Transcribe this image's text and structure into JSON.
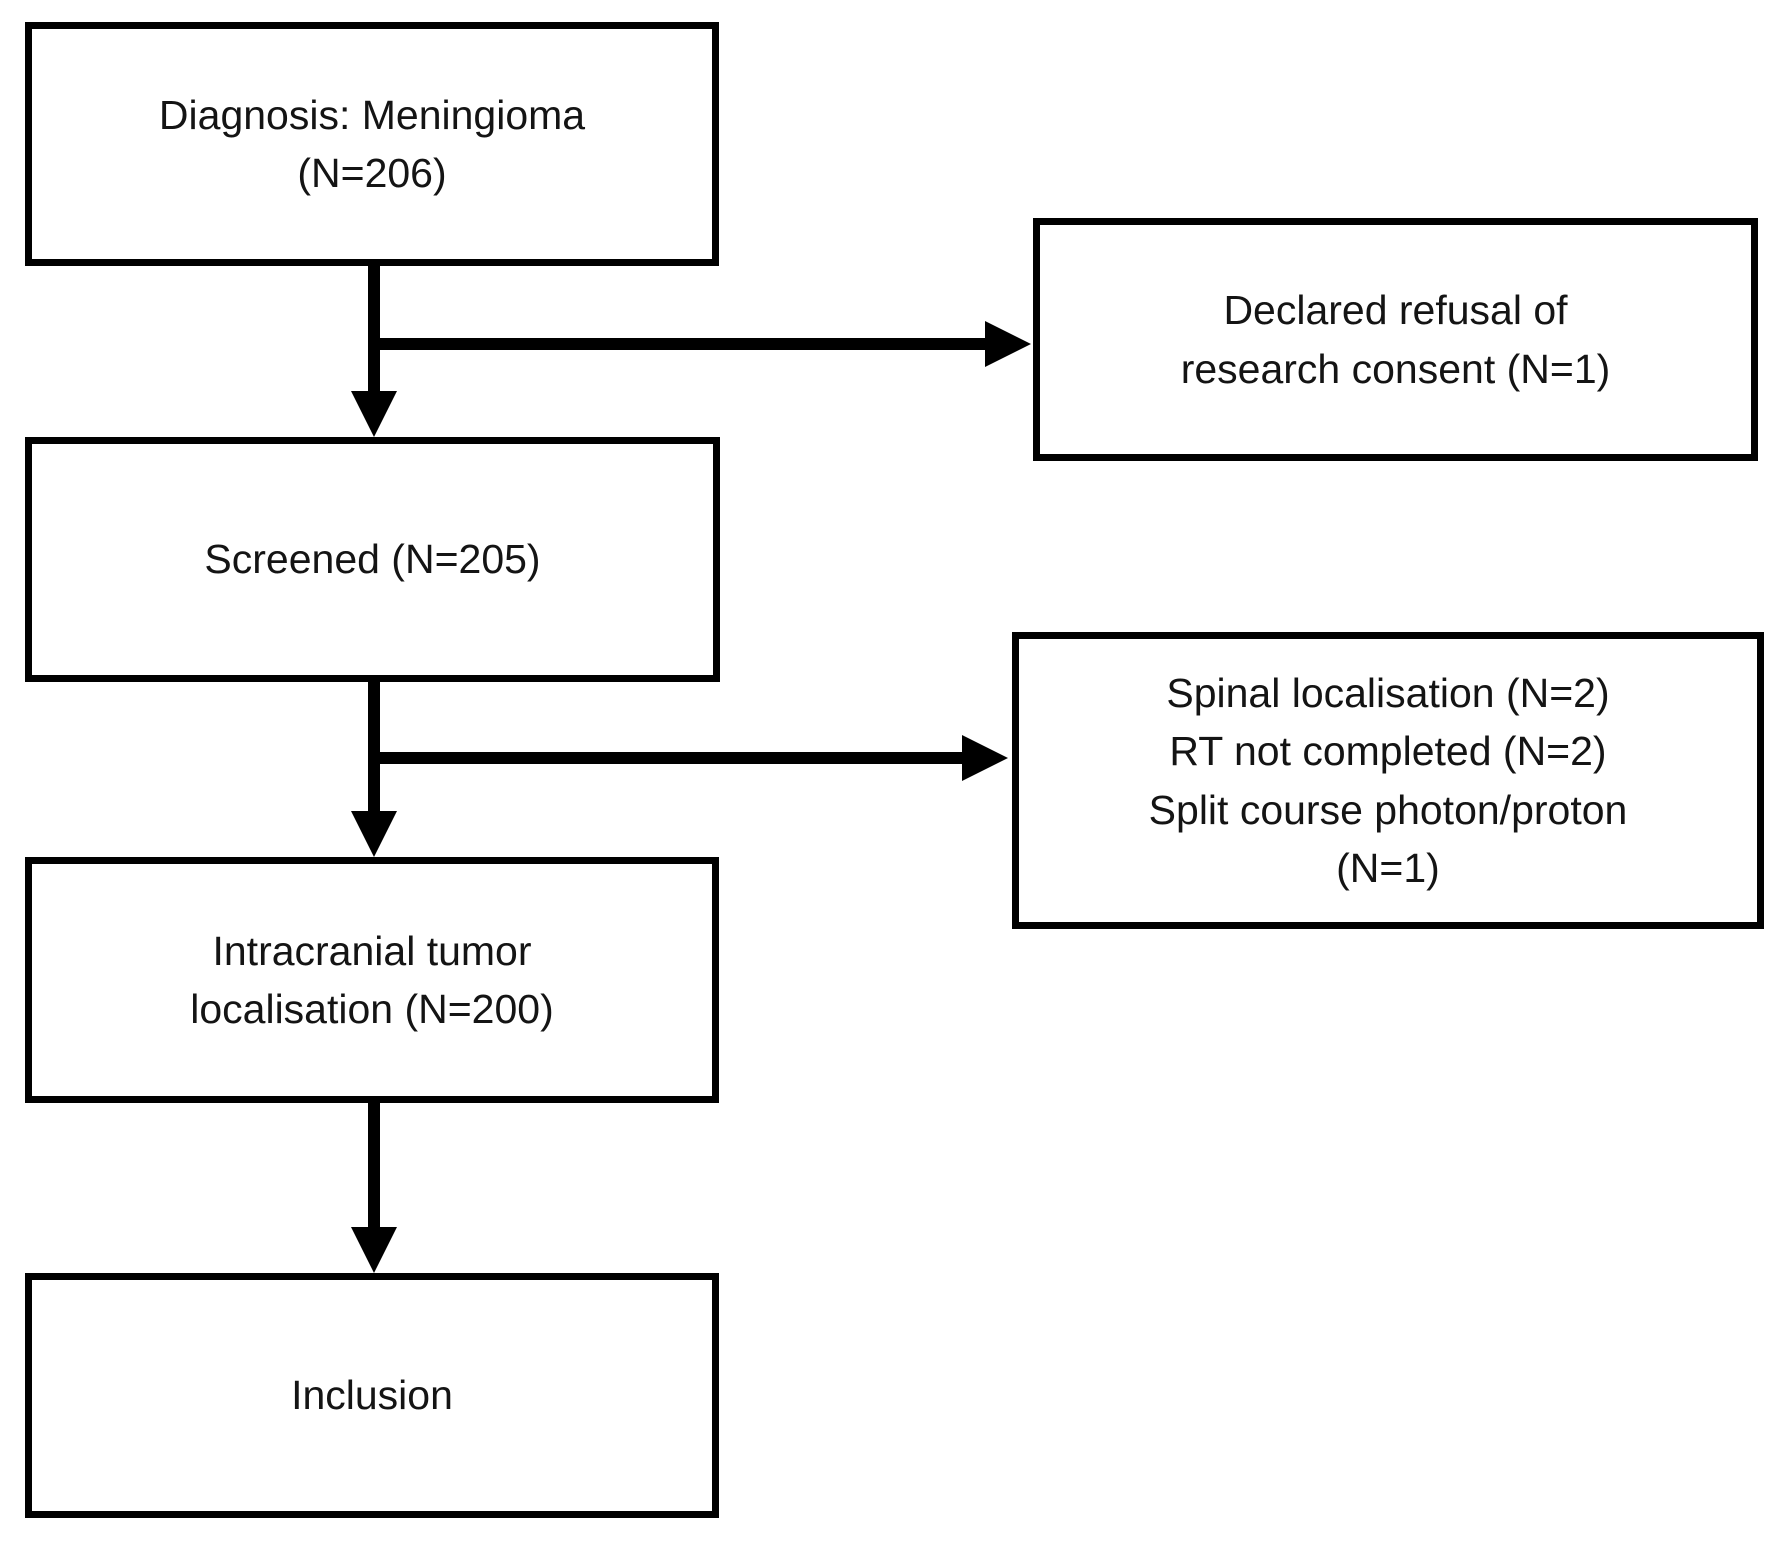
{
  "figure": {
    "type": "patient-inclusion-flowchart",
    "colors": {
      "border": "#000000",
      "background": "#ffffff",
      "text": "#141414"
    }
  },
  "flow": {
    "main": [
      {
        "name": "diagnosis",
        "text": "Diagnosis: Meningioma\n(N=206)"
      },
      {
        "name": "screened",
        "text": "Screened (N=205)"
      },
      {
        "name": "intracranial",
        "text": "Intracranial tumor\nlocalisation (N=200)"
      },
      {
        "name": "inclusion",
        "text": "Inclusion"
      }
    ],
    "exclusions": [
      {
        "name": "refusal",
        "text": "Declared refusal of\nresearch consent (N=1)"
      },
      {
        "name": "other-exclusions",
        "text": "Spinal localisation (N=2)\nRT not completed (N=2)\nSplit course photon/proton\n(N=1)"
      }
    ]
  }
}
